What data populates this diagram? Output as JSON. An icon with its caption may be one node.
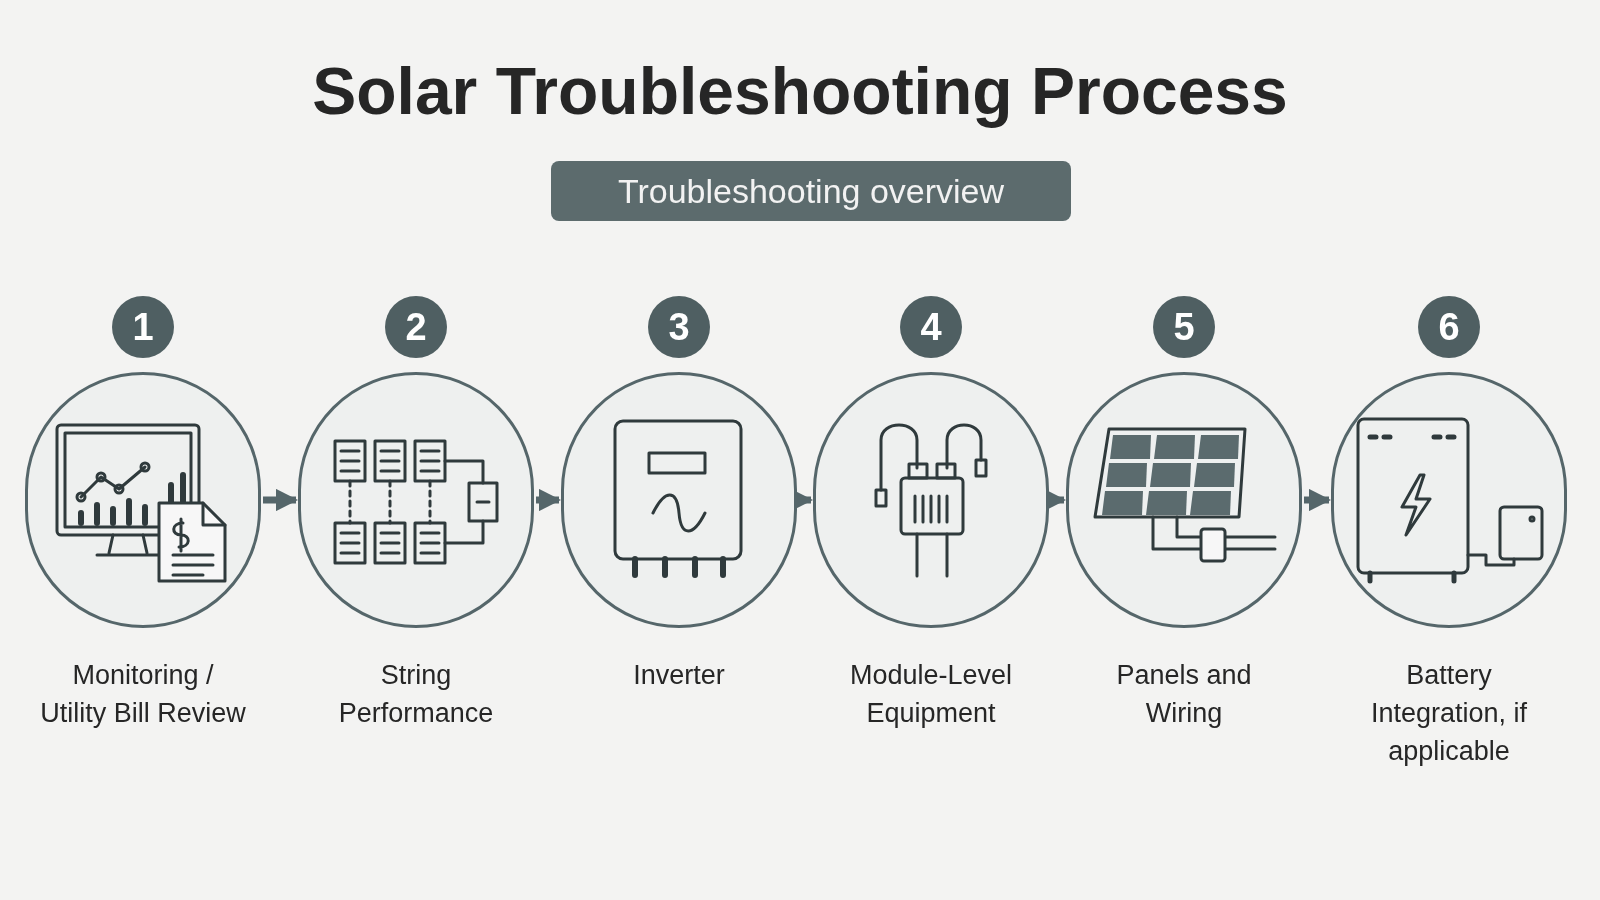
{
  "diagram": {
    "title": "Solar Troubleshooting Process",
    "nodes": [
      {
        "text": [
          "Troubleshooting overview"
        ]
      },
      {
        "text": [
          "1"
        ]
      },
      {
        "text": [
          "2"
        ]
      },
      {
        "text": [
          "3"
        ]
      },
      {
        "text": [
          "4"
        ]
      },
      {
        "text": [
          "5"
        ]
      },
      {
        "text": [
          "6"
        ]
      },
      {
        "text": [],
        "shape": "circle",
        "beside": [
          "Monitoring / Utility Bill Review"
        ]
      },
      {
        "text": [],
        "shape": "circle",
        "beside": [
          "String Performance"
        ]
      },
      {
        "text": [],
        "shape": "circle",
        "beside": [
          "Inverter"
        ]
      },
      {
        "text": [],
        "shape": "circle",
        "beside": [
          "Module-Level Equipment"
        ]
      },
      {
        "text": [],
        "shape": "circle",
        "beside": [
          "Panels and Wiring"
        ]
      },
      {
        "text": [],
        "shape": "circle",
        "beside": [
          "Battery Integration, if applicable"
        ]
      }
    ],
    "edges": [
      {
        "from": 7,
        "to": 8,
        "arrow": "to"
      },
      {
        "from": 8,
        "to": 9,
        "arrow": "to"
      },
      {
        "from": 9,
        "to": 10,
        "arrow": "to"
      },
      {
        "from": 10,
        "to": 11,
        "arrow": "to"
      },
      {
        "from": 11,
        "to": 12,
        "arrow": "to"
      }
    ]
  }
}
